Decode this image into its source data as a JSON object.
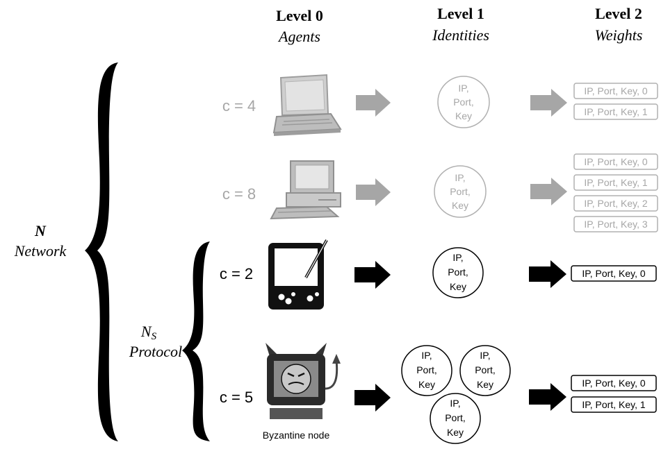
{
  "columns": [
    {
      "level": "Level 0",
      "title": "Agents"
    },
    {
      "level": "Level 1",
      "title": "Identities"
    },
    {
      "level": "Level 2",
      "title": "Weights"
    }
  ],
  "network": {
    "symbol": "N",
    "label": "Network"
  },
  "protocol": {
    "symbol": "N",
    "subscript": "S",
    "label": "Protocol"
  },
  "rows": [
    {
      "c_label": "c = 4",
      "device": "laptop-icon",
      "identity": [
        "IP,",
        "Port,",
        "Key"
      ],
      "weights": [
        "IP, Port, Key, 0",
        "IP, Port, Key, 1"
      ]
    },
    {
      "c_label": "c = 8",
      "device": "desktop-computer-icon",
      "identity": [
        "IP,",
        "Port,",
        "Key"
      ],
      "weights": [
        "IP, Port, Key, 0",
        "IP, Port, Key, 1",
        "IP, Port, Key, 2",
        "IP, Port, Key, 3"
      ]
    },
    {
      "c_label": "c = 2",
      "device": "pda-icon",
      "identity": [
        "IP,",
        "Port,",
        "Key"
      ],
      "weights": [
        "IP, Port, Key, 0"
      ]
    },
    {
      "c_label": "c = 5",
      "device": "byzantine-devil-computer-icon",
      "device_caption": "Byzantine node",
      "identities": [
        [
          "IP,",
          "Port,",
          "Key"
        ],
        [
          "IP,",
          "Port,",
          "Key"
        ],
        [
          "IP,",
          "Port,",
          "Key"
        ]
      ],
      "weights": [
        "IP, Port, Key, 0",
        "IP, Port, Key, 1"
      ]
    }
  ],
  "colors": {
    "faded": "#a6a6a6",
    "dark": "#000000",
    "background": "#ffffff"
  }
}
